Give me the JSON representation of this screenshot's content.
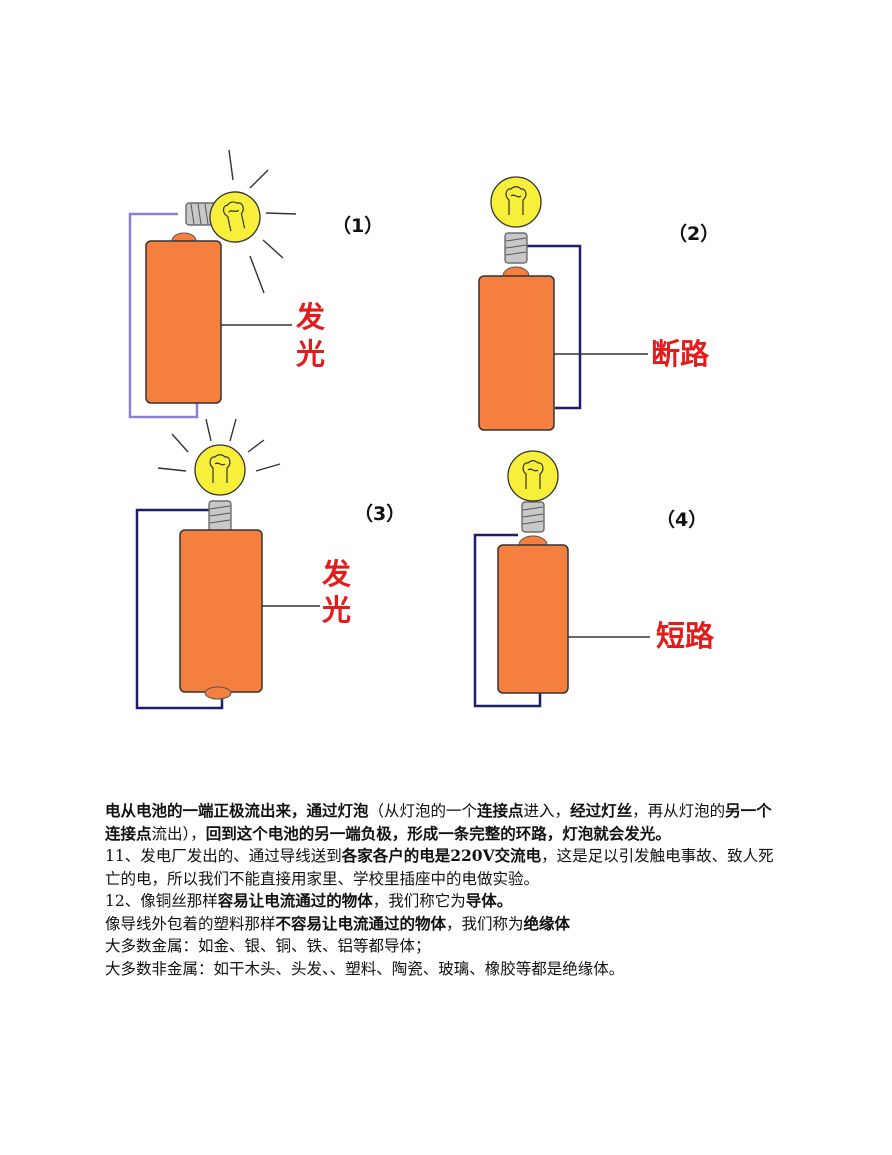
{
  "figures": [
    {
      "number": "（1）",
      "label": [
        "发",
        "光"
      ]
    },
    {
      "number": "（2）",
      "label": [
        "断路"
      ]
    },
    {
      "number": "（3）",
      "label": [
        "发",
        "光"
      ]
    },
    {
      "number": "（4）",
      "label": [
        "短路"
      ]
    }
  ],
  "paragraphs": [
    {
      "segments": [
        {
          "text": "电从电池的一端正极流出来，通过灯泡",
          "bold": true
        },
        {
          "text": "（从灯泡的一个",
          "bold": false
        },
        {
          "text": "连接点",
          "bold": true
        },
        {
          "text": "进入，",
          "bold": false
        },
        {
          "text": "经过灯丝",
          "bold": true
        },
        {
          "text": "，再从灯泡的",
          "bold": false
        },
        {
          "text": "另一个连接点",
          "bold": true
        },
        {
          "text": "流出），",
          "bold": false
        },
        {
          "text": "回到这个电池的另一端负极，形成一条完整的环路，灯泡就会发光。",
          "bold": true
        }
      ]
    },
    {
      "segments": [
        {
          "text": "11、发电厂发出的、通过导线送到",
          "bold": false
        },
        {
          "text": "各家各户的电是220V交流电",
          "bold": true
        },
        {
          "text": "，这是足以引发触电事故、致人死亡的电，所以我们不能直接用家里、学校里插座中的电做实验。",
          "bold": false
        }
      ]
    },
    {
      "segments": [
        {
          "text": "12、像铜丝那样",
          "bold": false
        },
        {
          "text": "容易让电流通过的物体",
          "bold": true
        },
        {
          "text": "，我们称它为",
          "bold": false
        },
        {
          "text": "导体。",
          "bold": true
        }
      ]
    },
    {
      "segments": [
        {
          "text": "像导线外包着的塑料那样",
          "bold": false
        },
        {
          "text": "不容易让电流通过的物体",
          "bold": true
        },
        {
          "text": "，我们称为",
          "bold": false
        },
        {
          "text": "绝缘体",
          "bold": true
        }
      ]
    },
    {
      "segments": [
        {
          "text": "大多数金属：如金、银、铜、铁、铝等都导体；",
          "bold": false
        }
      ]
    },
    {
      "segments": [
        {
          "text": "大多数非金属：如干木头、头发、、塑料、陶瓷、玻璃、橡胶等都是绝缘体。",
          "bold": false
        }
      ]
    }
  ],
  "colors": {
    "battery": "#f57f3f",
    "battery_cap": "#f57f3f",
    "bulb": "#f7ef3a",
    "socket": "#c8c8c8",
    "wire_purple": "#8b7fd6",
    "wire_navy": "#1c1f6e",
    "label_red": "#e41b1b"
  }
}
